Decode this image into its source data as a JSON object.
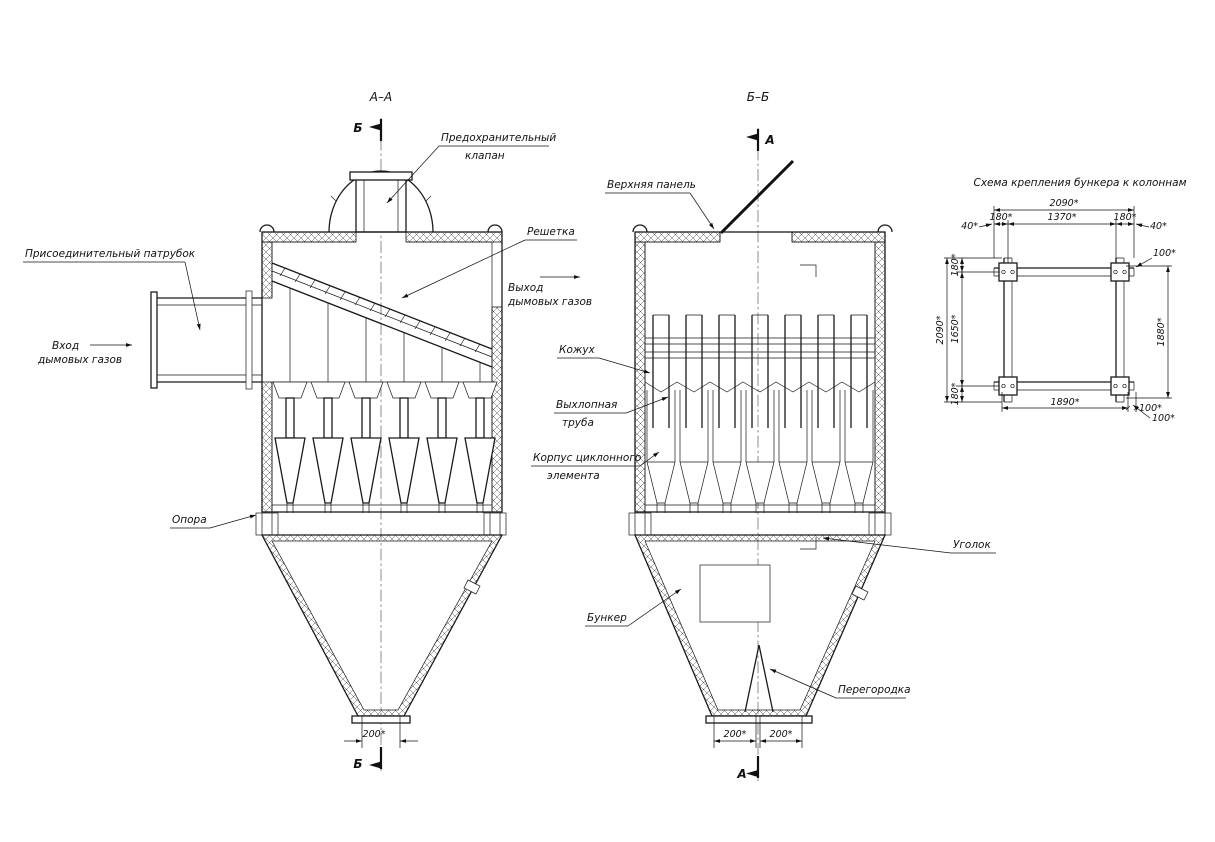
{
  "drawing": {
    "section_a": {
      "title": "А–А",
      "mark_top": "Б",
      "mark_bottom": "Б",
      "labels": {
        "safety_valve_line1": "Предохранительный",
        "safety_valve_line2": "клапан",
        "grate": "Решетка",
        "inlet_pipe": "Присоединительный патрубок",
        "gas_in_line1": "Вход",
        "gas_in_line2": "дымовых газов",
        "gas_out_line1": "Выход",
        "gas_out_line2": "дымовых газов",
        "support": "Опора"
      },
      "dims": {
        "outlet": "200*"
      }
    },
    "section_b": {
      "title": "Б–Б",
      "mark_top": "А",
      "mark_bottom": "А",
      "labels": {
        "top_panel": "Верхняя панель",
        "casing": "Кожух",
        "exhaust_line1": "Выхлопная",
        "exhaust_line2": "труба",
        "body_line1": "Корпус циклонного",
        "body_line2": "элемента",
        "hopper": "Бункер",
        "angle": "Уголок",
        "partition": "Перегородка"
      },
      "dims": {
        "outlet_left": "200*",
        "outlet_right": "200*"
      }
    },
    "scheme": {
      "title": "Схема крепления бункера к колоннам",
      "dims": {
        "top_total": "2090*",
        "top_left": "180*",
        "top_mid": "1370*",
        "top_right": "180*",
        "end_left": "40*",
        "end_right": "40*",
        "left_top": "180*",
        "left_total": "2090*",
        "left_mid": "1650*",
        "left_bottom": "180*",
        "right_top": "100*",
        "right_side": "1880*",
        "bottom_mid": "1890*",
        "bottom_right": "100*",
        "bottom_diag": "100*"
      }
    }
  }
}
